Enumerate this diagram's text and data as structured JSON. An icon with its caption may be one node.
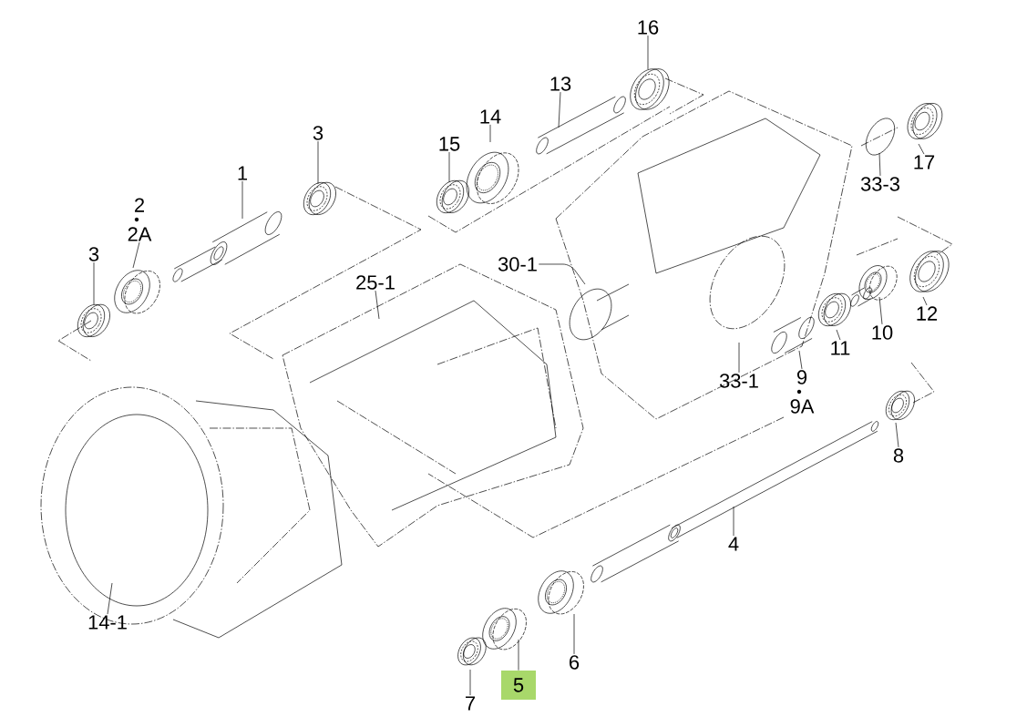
{
  "diagram": {
    "nodes": [
      {
        "text": [
          "16"
        ]
      },
      {
        "text": [
          "13"
        ]
      },
      {
        "text": [
          "14"
        ]
      },
      {
        "text": [
          "3"
        ]
      },
      {
        "text": [
          "17"
        ]
      },
      {
        "text": [
          "15"
        ]
      },
      {
        "text": [
          "1"
        ]
      },
      {
        "text": [
          "33-3"
        ]
      },
      {
        "text": [
          "2",
          "2A"
        ]
      },
      {
        "text": [
          "3"
        ]
      },
      {
        "text": [
          "30-1"
        ]
      },
      {
        "text": [
          "25-1"
        ]
      },
      {
        "text": [
          "12"
        ]
      },
      {
        "text": [
          "10"
        ]
      },
      {
        "text": [
          "11"
        ]
      },
      {
        "text": [
          "9",
          "9A"
        ]
      },
      {
        "text": [
          "33-1"
        ]
      },
      {
        "text": [
          "8"
        ]
      },
      {
        "text": [
          "4"
        ]
      },
      {
        "text": [
          "14-1"
        ]
      },
      {
        "text": [
          "6"
        ]
      },
      {
        "text": [
          "5"
        ]
      },
      {
        "text": [
          "7"
        ]
      }
    ],
    "edges": [
      {
        "from": 0,
        "to": null,
        "arrow": "none"
      },
      {
        "from": 1,
        "to": null,
        "arrow": "none"
      },
      {
        "from": 2,
        "to": null,
        "arrow": "none"
      },
      {
        "from": 3,
        "to": null,
        "arrow": "none"
      },
      {
        "from": 4,
        "to": null,
        "arrow": "none"
      },
      {
        "from": 5,
        "to": null,
        "arrow": "none"
      },
      {
        "from": 6,
        "to": null,
        "arrow": "none"
      },
      {
        "from": 7,
        "to": null,
        "arrow": "none"
      },
      {
        "from": 8,
        "to": null,
        "arrow": "none"
      },
      {
        "from": 9,
        "to": null,
        "arrow": "none"
      },
      {
        "from": 10,
        "to": null,
        "arrow": "none"
      },
      {
        "from": 11,
        "to": null,
        "arrow": "none"
      },
      {
        "from": 12,
        "to": null,
        "arrow": "none"
      },
      {
        "from": 13,
        "to": null,
        "arrow": "none"
      },
      {
        "from": 14,
        "to": null,
        "arrow": "none"
      },
      {
        "from": 15,
        "to": null,
        "arrow": "none"
      },
      {
        "from": 16,
        "to": null,
        "arrow": "none"
      },
      {
        "from": 17,
        "to": null,
        "arrow": "none"
      },
      {
        "from": 18,
        "to": null,
        "arrow": "none"
      },
      {
        "from": 19,
        "to": null,
        "arrow": "none"
      },
      {
        "from": 20,
        "to": null,
        "arrow": "none"
      },
      {
        "from": 21,
        "to": null,
        "arrow": "none"
      },
      {
        "from": 22,
        "to": null,
        "arrow": "none"
      }
    ]
  }
}
